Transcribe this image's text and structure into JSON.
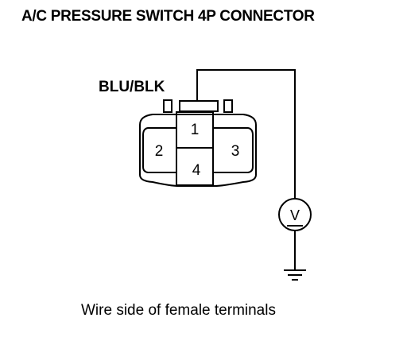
{
  "diagram": {
    "title": "A/C PRESSURE SWITCH 4P CONNECTOR",
    "wire_color": "BLU/BLK",
    "caption": "Wire side of female terminals",
    "pins": [
      {
        "label": "1"
      },
      {
        "label": "2"
      },
      {
        "label": "3"
      },
      {
        "label": "4"
      }
    ],
    "meter_symbol": "V"
  }
}
